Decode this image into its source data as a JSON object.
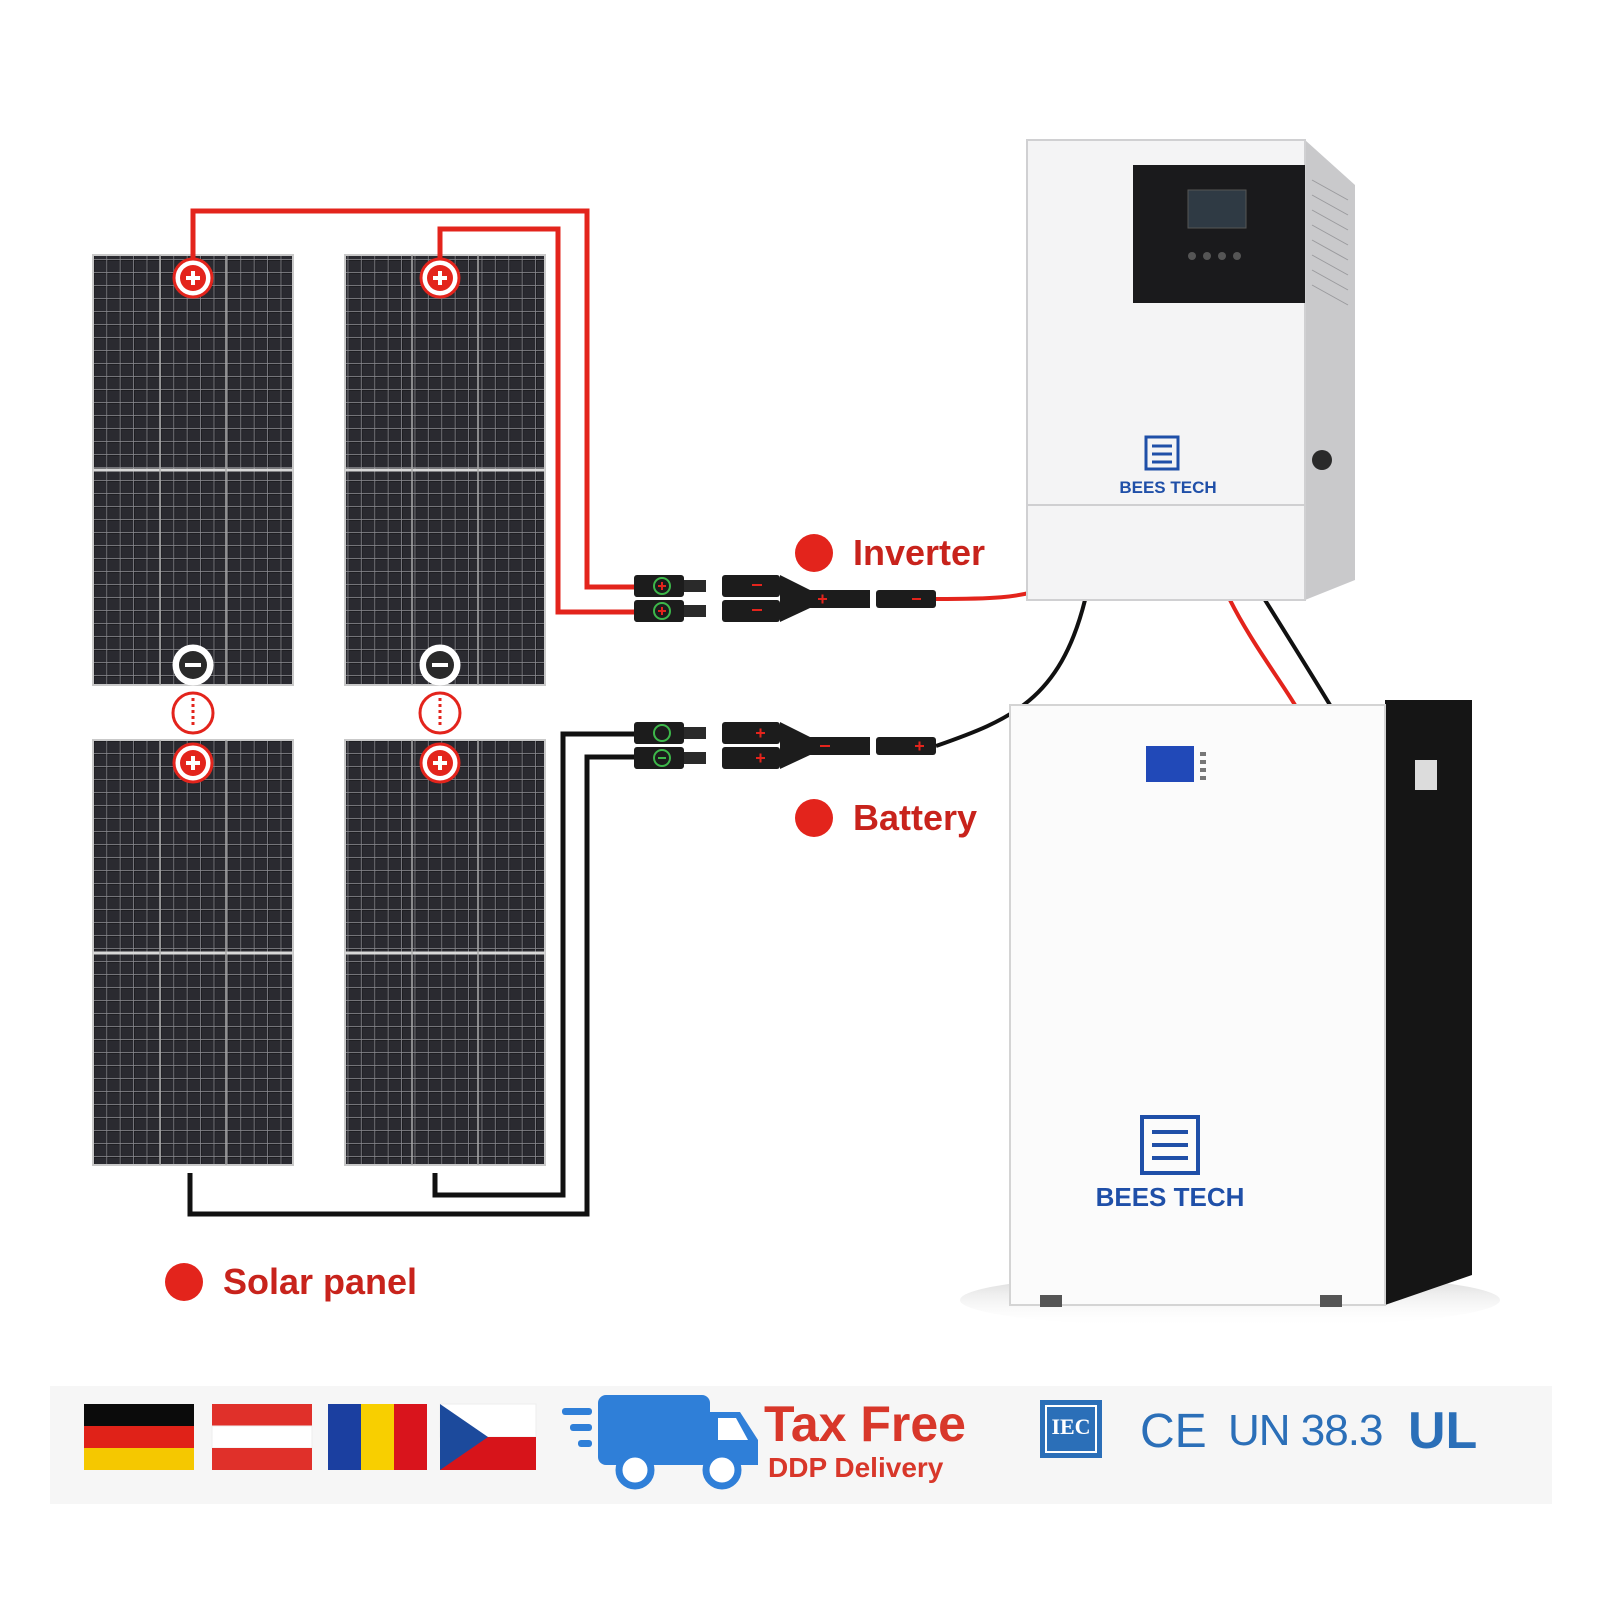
{
  "labels": {
    "inverter": "Inverter",
    "battery": "Battery",
    "solar_panel": "Solar panel"
  },
  "inverter": {
    "brand": "BEES TECH"
  },
  "battery": {
    "brand": "BEES TECH"
  },
  "banner": {
    "tax_free": "Tax Free",
    "ddp": "DDP Delivery",
    "iec": "IEC",
    "ce": "CE",
    "un": "UN 38.3",
    "ul": "UL"
  },
  "colors": {
    "positive_wire": "#e3241c",
    "negative_wire": "#111111",
    "label_red": "#c8231c",
    "brand_blue": "#1f4fa8",
    "truck_blue": "#2f7fd8",
    "tax_free_red": "#d8372a"
  },
  "flags": [
    "Germany",
    "Austria",
    "Romania",
    "Czech Republic"
  ]
}
